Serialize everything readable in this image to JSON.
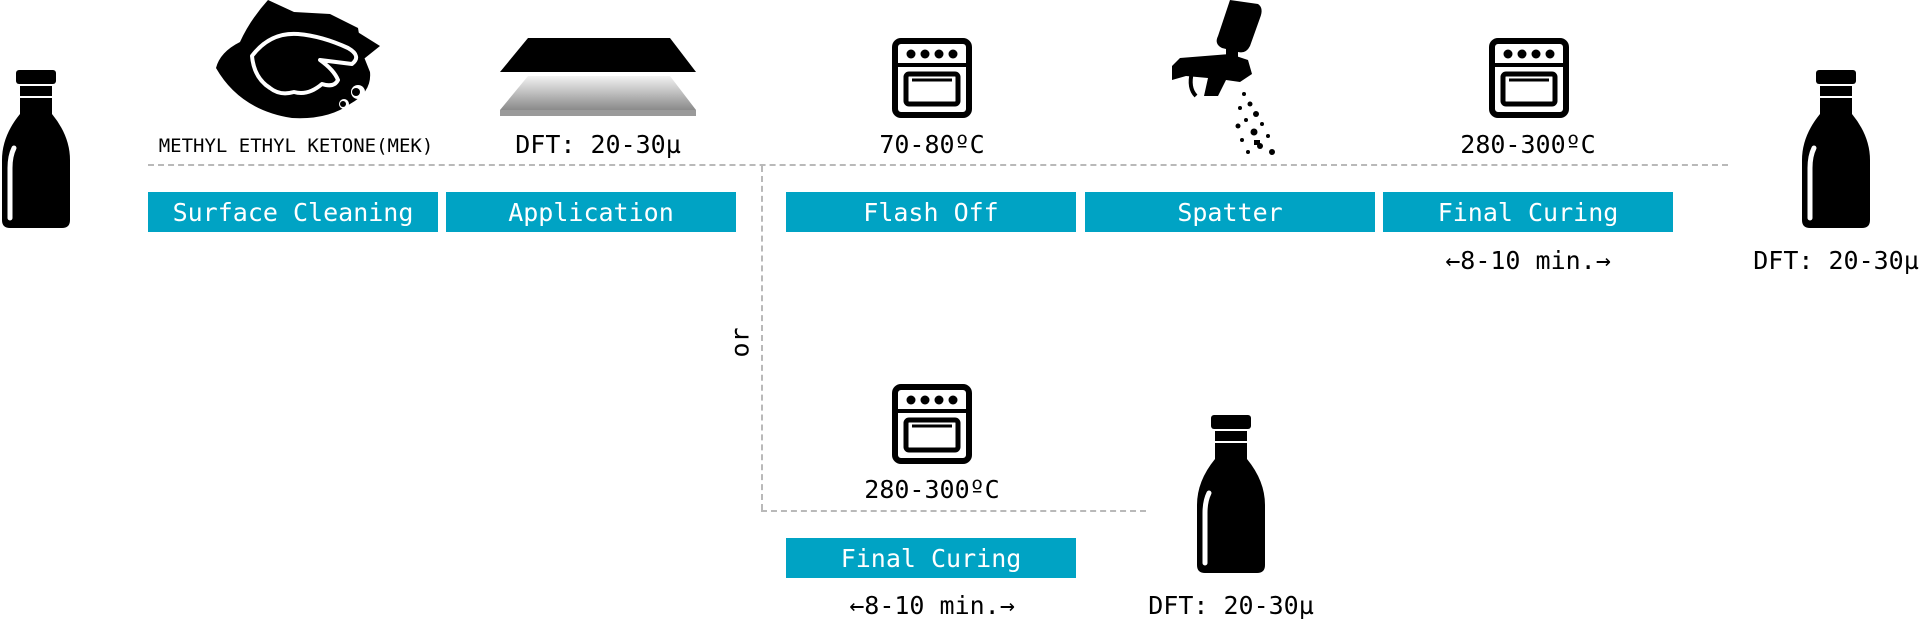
{
  "diagram": {
    "main_flow": {
      "steps": [
        "Surface Cleaning",
        "Application",
        "Flash Off",
        "Spatter",
        "Final Curing"
      ],
      "captions": {
        "cleaning": "METHYL ETHYL KETONE(MEK)",
        "application": "DFT: 20-30µ",
        "flash_off": "70-80ºC",
        "final_curing": "280-300ºC"
      },
      "duration": "←8-10 min.→",
      "result": "DFT: 20-30µ"
    },
    "branch_label": "or",
    "alt_flow": {
      "caption": "280-300ºC",
      "step": "Final Curing",
      "duration": "←8-10 min.→",
      "result": "DFT: 20-30µ"
    },
    "icons": [
      "bottle-icon",
      "wiping-hand-icon",
      "coating-layer-icon",
      "oven-icon",
      "spray-gun-icon",
      "oven-icon",
      "bottle-icon",
      "oven-icon",
      "bottle-icon"
    ],
    "colors": {
      "step_bg": "#00a3c4",
      "step_text": "#ffffff",
      "connector": "#b9b9b9"
    }
  }
}
